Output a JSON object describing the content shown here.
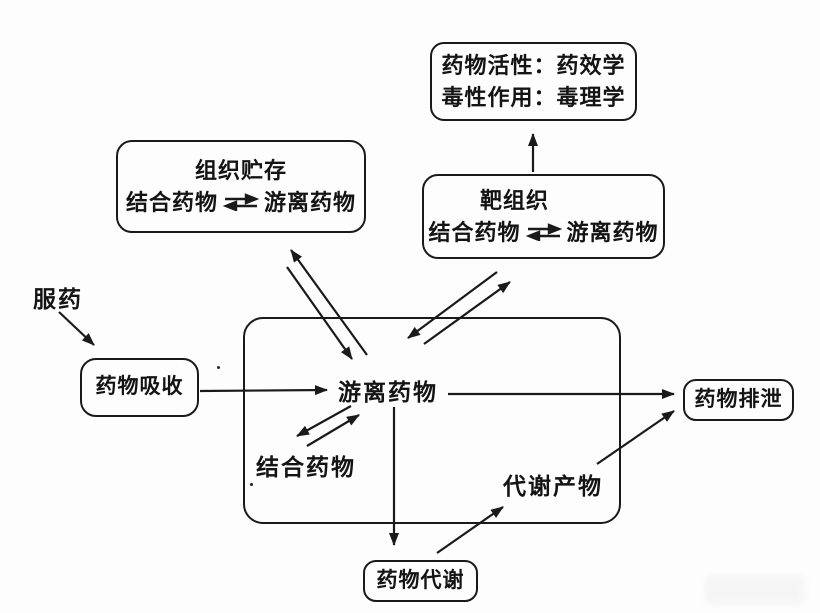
{
  "nodes": {
    "pharmacodynamics_box": {
      "line1": "药物活性：药效学",
      "line2": "毒性作用：毒理学"
    },
    "tissue_storage_box": {
      "title": "组织贮存",
      "equilibrium_left": "结合药物",
      "equilibrium_right": "游离药物"
    },
    "target_tissue_box": {
      "title": "靶组织",
      "equilibrium_left": "结合药物",
      "equilibrium_right": "游离药物"
    },
    "intake_label": "服药",
    "absorption_box": {
      "label": "药物吸收"
    },
    "free_drug_label": "游离药物",
    "bound_drug_label": "结合药物",
    "metabolite_label": "代谢产物",
    "excretion_box": {
      "label": "药物排泄"
    },
    "metabolism_box": {
      "label": "药物代谢"
    }
  },
  "edges": [
    {
      "from": "服药",
      "to": "药物吸收"
    },
    {
      "from": "药物吸收",
      "to": "游离药物"
    },
    {
      "from": "游离药物",
      "to": "药物排泄"
    },
    {
      "from": "组织贮存",
      "to": "游离药物"
    },
    {
      "from": "游离药物",
      "to": "组织贮存"
    },
    {
      "from": "靶组织",
      "to": "游离药物"
    },
    {
      "from": "游离药物",
      "to": "靶组织"
    },
    {
      "from": "靶组织",
      "to": "药物活性/毒性作用"
    },
    {
      "from": "游离药物",
      "to": "结合药物"
    },
    {
      "from": "结合药物",
      "to": "游离药物"
    },
    {
      "from": "游离药物",
      "to": "药物代谢"
    },
    {
      "from": "药物代谢",
      "to": "代谢产物"
    },
    {
      "from": "代谢产物",
      "to": "药物排泄"
    }
  ],
  "colors": {
    "stroke": "#1a1a1a",
    "text": "#141414",
    "background": "#fdfdfd"
  }
}
